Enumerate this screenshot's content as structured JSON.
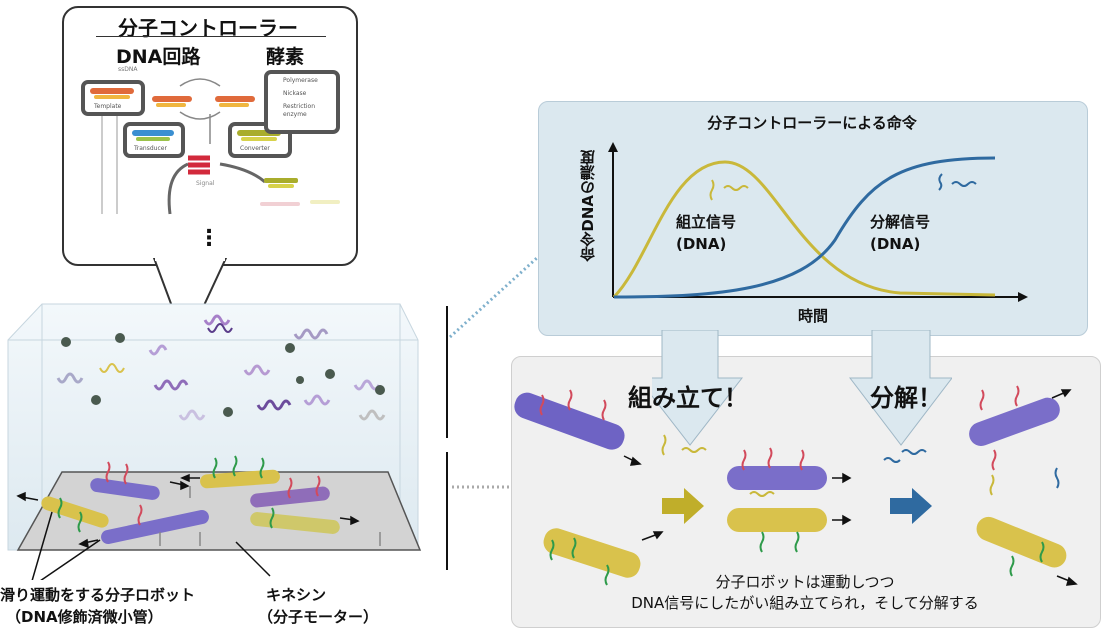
{
  "controller": {
    "title": "分子コントローラー",
    "dna_circuit": "DNA回路",
    "enzyme": "酵素",
    "circuit_labels": {
      "ssdna": "ssDNA",
      "template": "Template",
      "transducer": "Transducer",
      "converter": "Converter",
      "signal": "Signal"
    },
    "enzyme_items": [
      "Polymerase",
      "Nickase",
      "Restriction enzyme"
    ],
    "ellipsis": "⋮"
  },
  "chamber": {
    "robot_label_1": "滑り運動をする分子ロボット",
    "robot_label_2": "（DNA修飾済微小管）",
    "motor_label_1": "キネシン",
    "motor_label_2": "（分子モーター）"
  },
  "plot": {
    "title": "分子コントローラーによる命令",
    "ylabel": "命令DNAの濃度",
    "xlabel": "時間",
    "assemble_label_1": "組立信号",
    "assemble_label_2": "(DNA)",
    "disassemble_label_1": "分解信号",
    "disassemble_label_2": "(DNA)",
    "colors": {
      "assemble": "#c9b83a",
      "disassemble": "#2f6aa0"
    }
  },
  "robots": {
    "assemble_head": "組み立て！",
    "disassemble_head": "分解！",
    "caption_1": "分子ロボットは運動しつつ",
    "caption_2": "DNA信号にしたがい組み立てられ，そして分解する",
    "colors": {
      "assemble_arrow": "#c0ae2a",
      "disassemble_arrow": "#2f6aa0"
    }
  }
}
